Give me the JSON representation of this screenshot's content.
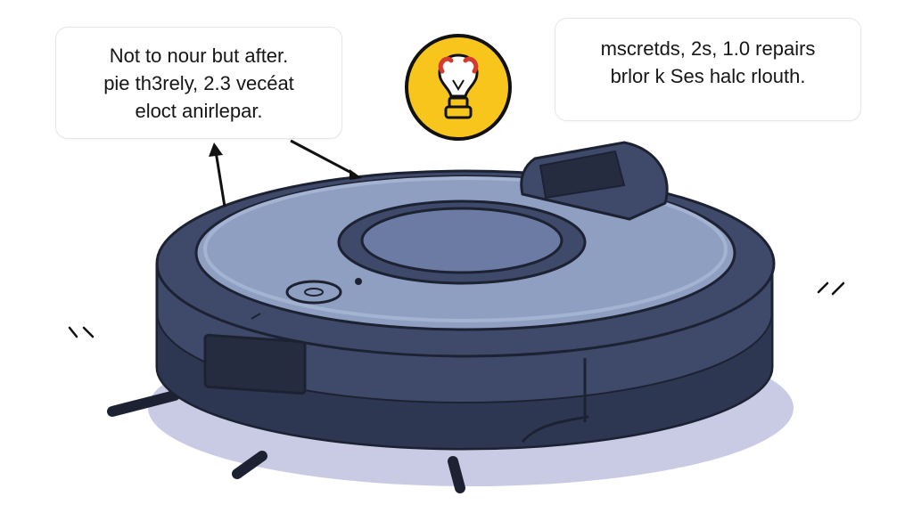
{
  "callouts": {
    "left": {
      "lines": [
        "Not to nour but after.",
        "pie th3rely, 2.3 vecéat",
        "eloct anirlepar."
      ]
    },
    "right": {
      "lines": [
        "mscretds, 2s, 1.0 repairs",
        "brlor k Ses halc rlouth."
      ]
    }
  },
  "icons": {
    "badge": "lightbulb-icon",
    "badge_color": "#f7c51c",
    "bulb_accent": "#d63a2e"
  },
  "colors": {
    "robot_body": "#3f4a6b",
    "robot_body_dark": "#2e3752",
    "robot_top": "#8f9fc1",
    "robot_top_light": "#a4b3d2",
    "robot_hub": "#6b7ba3",
    "shadow": "#c9cbe4",
    "outline": "#1d2233"
  }
}
